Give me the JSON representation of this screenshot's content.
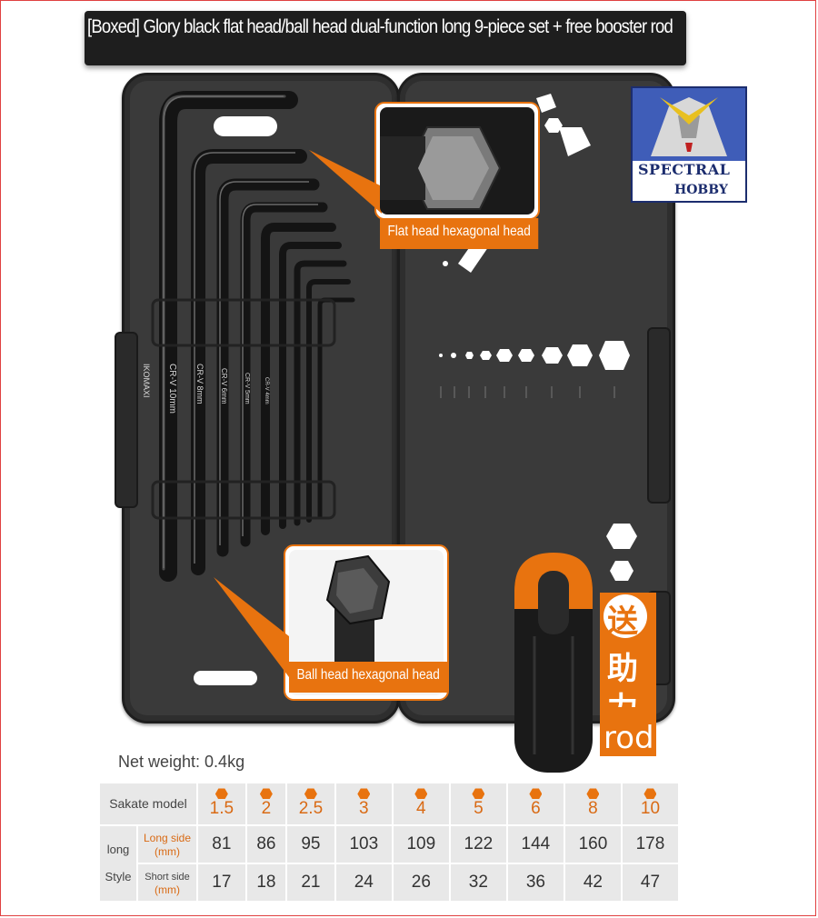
{
  "title": "[Boxed] Glory black flat head/ball head dual-function long 9-piece set + free booster rod",
  "callouts": {
    "flat_head": "Flat head hexagonal head",
    "ball_head": "Ball head hexagonal head"
  },
  "logo": {
    "line1": "SPECTRAL",
    "line2": "HOBBY"
  },
  "wrench_markings": [
    "CR-V 10mm",
    "CR-V 8mm",
    "CR-V 6mm",
    "CR-V 5mm",
    "CR-V 4mm"
  ],
  "brand_mark": "IKOMAXI",
  "gift": {
    "char1": "送",
    "char2": "助",
    "char3": "力",
    "word": "rod"
  },
  "net_weight": "Net weight: 0.4kg",
  "table": {
    "model_label": "Sakate model",
    "sizes": [
      "1.5",
      "2",
      "2.5",
      "3",
      "4",
      "5",
      "6",
      "8",
      "10"
    ],
    "style_label_1": "long",
    "style_label_2": "Style",
    "long_side_label": "Long side",
    "short_side_label": "Short side",
    "unit": "(mm)",
    "long_side": [
      "81",
      "86",
      "95",
      "103",
      "109",
      "122",
      "144",
      "160",
      "178"
    ],
    "short_side": [
      "17",
      "18",
      "21",
      "24",
      "26",
      "32",
      "36",
      "42",
      "47"
    ]
  },
  "colors": {
    "accent": "#e8730f",
    "case": "#3a3a3a",
    "title_bg": "#1e1e1e"
  }
}
